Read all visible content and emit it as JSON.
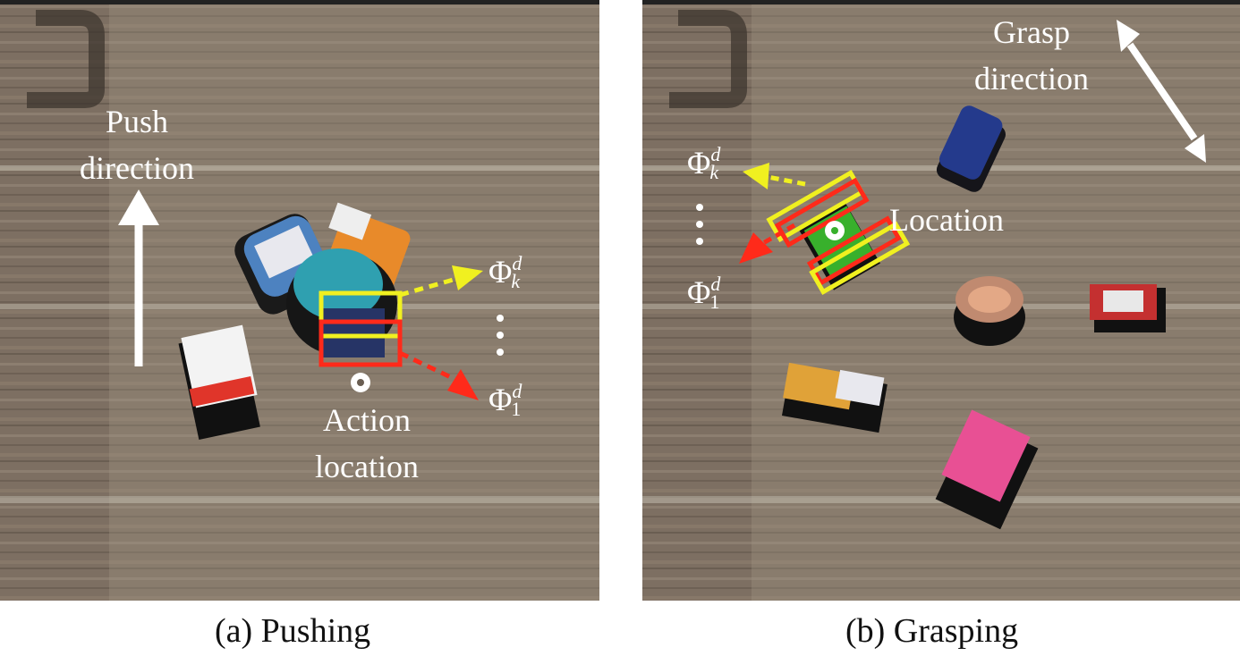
{
  "panels": {
    "pushing": {
      "caption": "(a) Pushing",
      "push_direction_line1": "Push",
      "push_direction_line2": "direction",
      "action_location_line1": "Action",
      "action_location_line2": "location",
      "phi_k_symbol": "Φ",
      "phi_k_sup": "d",
      "phi_k_sub": "k",
      "phi_1_symbol": "Φ",
      "phi_1_sup": "d",
      "phi_1_sub": "1"
    },
    "grasping": {
      "caption": "(b) Grasping",
      "grasp_direction_line1": "Grasp",
      "grasp_direction_line2": "direction",
      "location_label": "Location",
      "phi_k_symbol": "Φ",
      "phi_k_sup": "d",
      "phi_k_sub": "k",
      "phi_1_symbol": "Φ",
      "phi_1_sup": "d",
      "phi_1_sub": "1"
    }
  },
  "colors": {
    "wood": "#7f7164",
    "wood_light": "#9a8c7c",
    "lower_push_arrow": "#ff2a1a",
    "upper_push_arrow": "#f0f020",
    "label": "#ffffff"
  }
}
